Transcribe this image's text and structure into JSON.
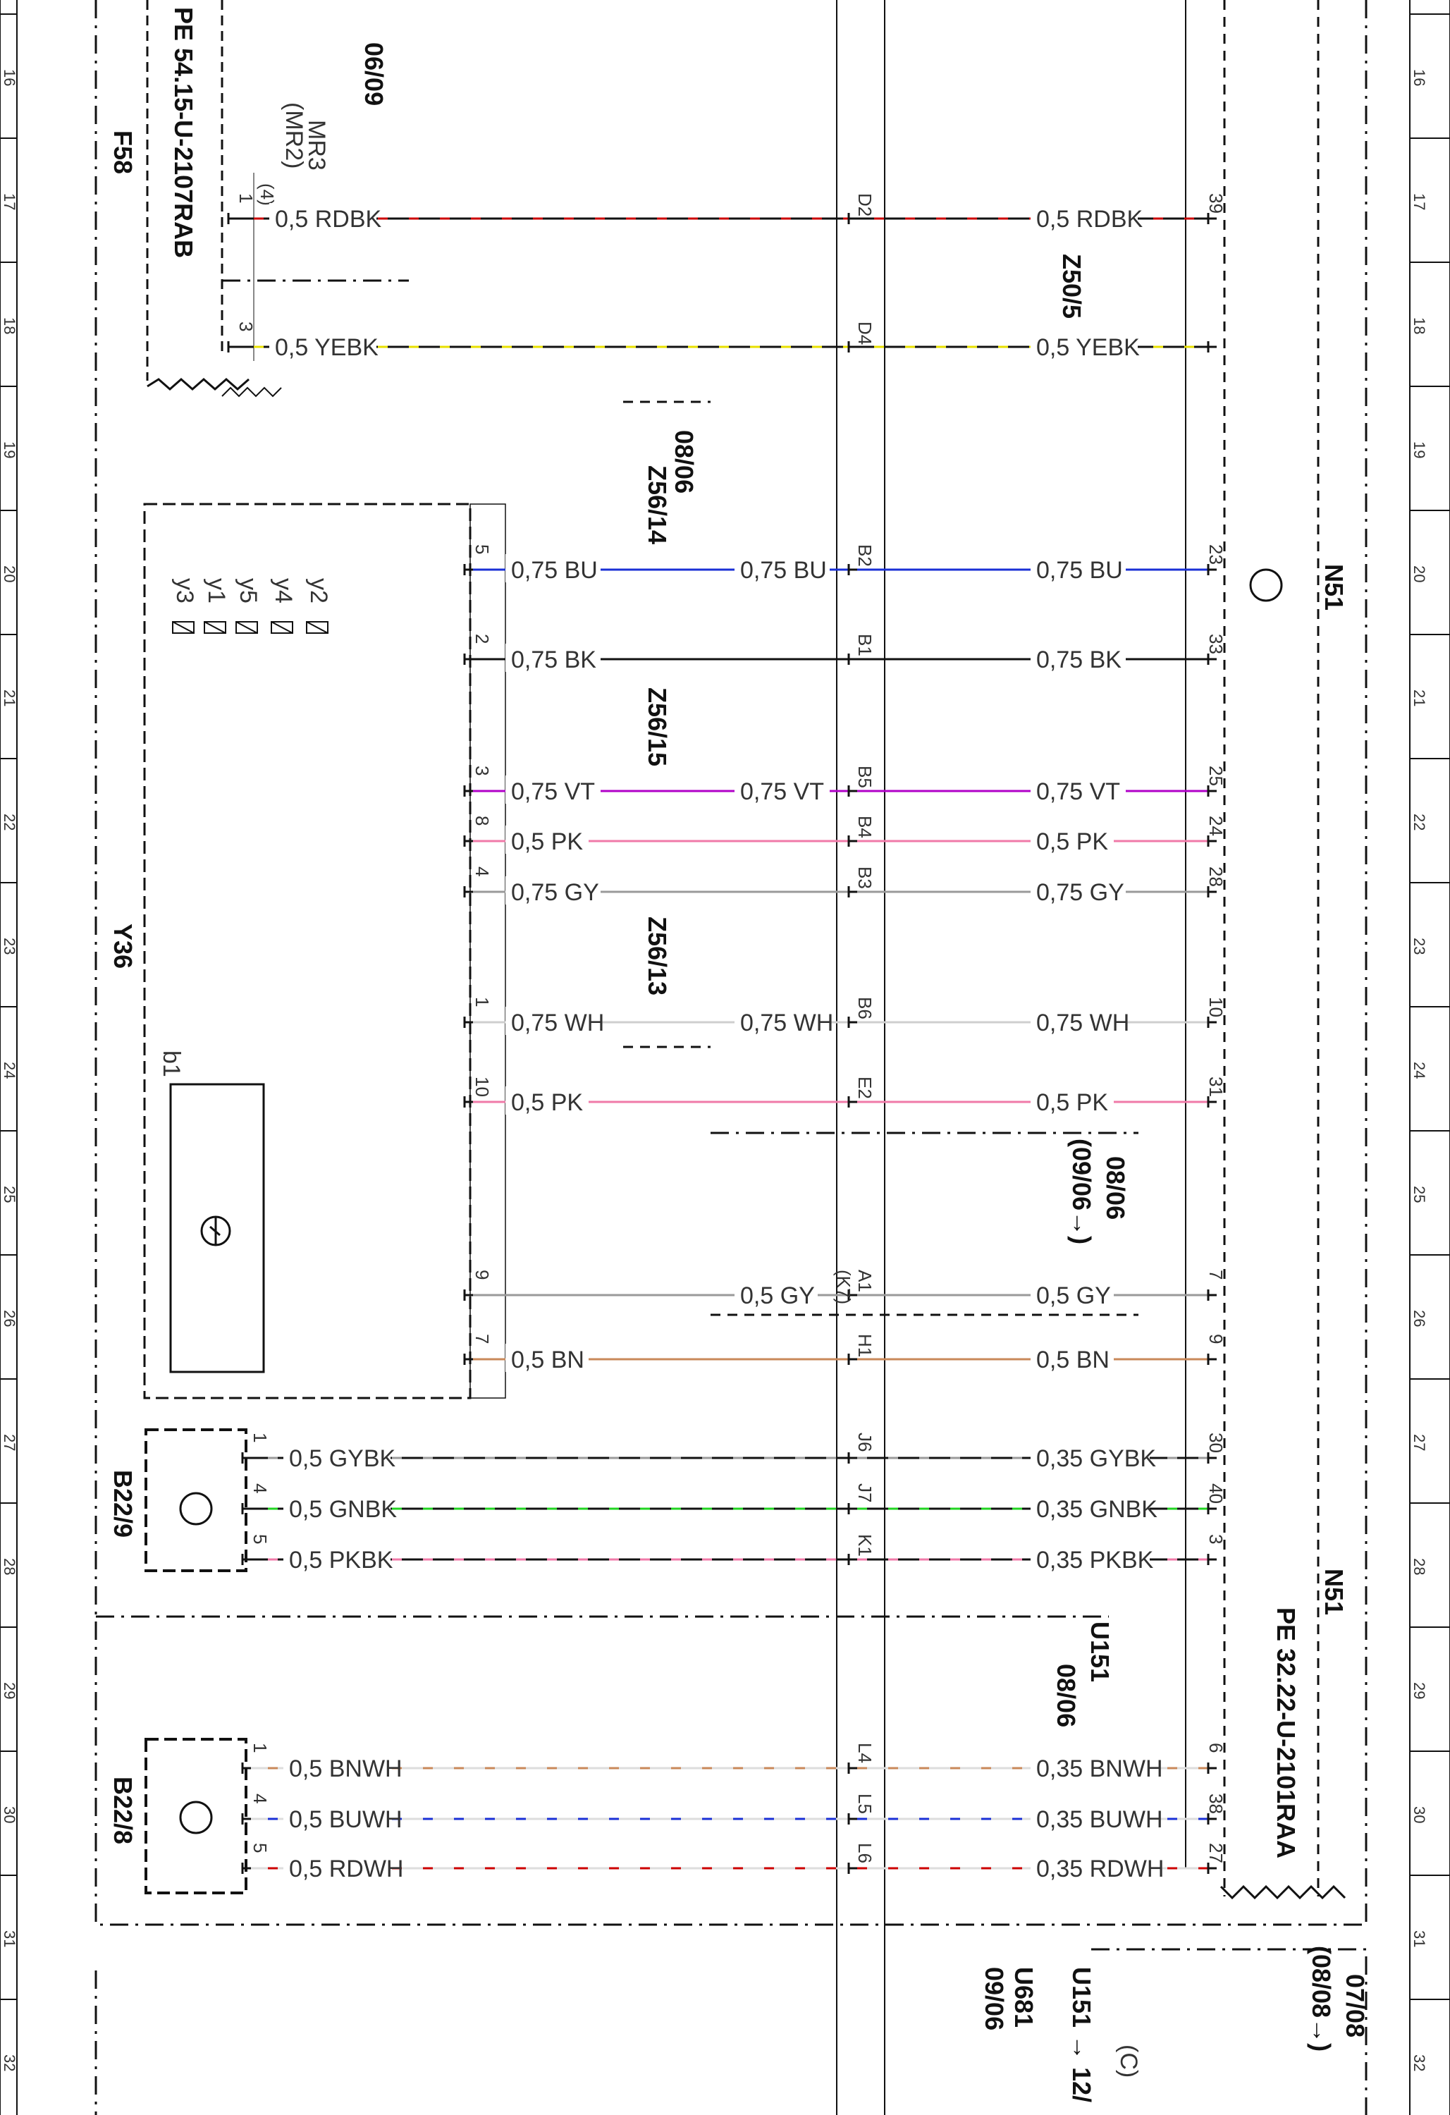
{
  "title": "",
  "ruler": [
    "16",
    "17",
    "18",
    "19",
    "20",
    "21",
    "22",
    "23",
    "24",
    "25",
    "26",
    "27",
    "28",
    "29",
    "30",
    "31",
    "32"
  ],
  "cross_refs": {
    "top": "06/09",
    "z56_14": "08/06",
    "pin_a1_ref": "08/06",
    "pin_a1_ref2": "(09/06→)",
    "u151_ref": "08/06",
    "bottom_right_a": "07/08",
    "bottom_right_b": "(08/08→)",
    "bottom_u151": "U151 → 12/",
    "bottom_u681": "U681",
    "bottom_u681_ref": "09/06",
    "bottom_c": "(C)"
  },
  "components": {
    "f58": {
      "name": "F58",
      "pe": "PE 54.15-U-2107RAB",
      "conn": "MR3",
      "conn_alt": "(MR2)",
      "pin_alt": "(4)"
    },
    "y36": {
      "name": "Y36",
      "valves": [
        "y3",
        "y1",
        "y5",
        "y4",
        "y2"
      ],
      "sensor": "b1"
    },
    "b22_9": {
      "name": "B22/9"
    },
    "b22_8": {
      "name": "B22/8"
    },
    "n51": {
      "name": "N51",
      "name2": "N51",
      "pe": "PE 32.22-U-2101RAA"
    },
    "u151": {
      "name": "U151"
    },
    "z50_5": {
      "name": "Z50/5"
    },
    "z56_14": {
      "name": "Z56/14"
    },
    "z56_15": {
      "name": "Z56/15"
    },
    "z56_13": {
      "name": "Z56/13"
    }
  },
  "wires": [
    {
      "left_pin": "1",
      "left_label": "0,5 RDBK",
      "mid_pin": "D2",
      "right_label": "0,5 RDBK",
      "right_pin": "39",
      "color": "#cc0000",
      "alt": "#111111"
    },
    {
      "left_pin": "3",
      "left_label": "0,5 YEBK",
      "mid_pin": "D4",
      "right_label": "0,5 YEBK",
      "right_pin": "",
      "color": "#e8e000",
      "alt": "#111111"
    },
    {
      "left_pin": "5",
      "left_label": "0,75 BU",
      "mid_pin": "B2",
      "mid_label": "0,75 BU",
      "right_label": "0,75 BU",
      "right_pin": "23",
      "color": "#1a2fd6",
      "alt": ""
    },
    {
      "left_pin": "2",
      "left_label": "0,75 BK",
      "mid_pin": "B1",
      "right_label": "0,75 BK",
      "right_pin": "33",
      "color": "#111111",
      "alt": ""
    },
    {
      "left_pin": "3",
      "left_label": "0,75 VT",
      "mid_pin": "B5",
      "mid_label": "0,75 VT",
      "right_label": "0,75 VT",
      "right_pin": "25",
      "color": "#b000c8",
      "alt": ""
    },
    {
      "left_pin": "8",
      "left_label": "0,5 PK",
      "mid_pin": "B4",
      "right_label": "0,5 PK",
      "right_pin": "24",
      "color": "#f07aa8",
      "alt": ""
    },
    {
      "left_pin": "4",
      "left_label": "0,75 GY",
      "mid_pin": "B3",
      "right_label": "0,75 GY",
      "right_pin": "28",
      "color": "#9a9a9a",
      "alt": ""
    },
    {
      "left_pin": "1",
      "left_label": "0,75 WH",
      "mid_pin": "B6",
      "mid_label": "0,75 WH",
      "right_label": "0,75 WH",
      "right_pin": "10",
      "color": "#cfcfcf",
      "alt": ""
    },
    {
      "left_pin": "10",
      "left_label": "0,5 PK",
      "mid_pin": "E2",
      "right_label": "0,5 PK",
      "right_pin": "31",
      "color": "#f07aa8",
      "alt": ""
    },
    {
      "left_pin": "9",
      "left_label": "",
      "mid_pin": "A1",
      "mid_pin_alt": "(K7)",
      "mid_label": "0,5 GY",
      "right_label": "0,5 GY",
      "right_pin": "7",
      "color": "#9a9a9a",
      "alt": ""
    },
    {
      "left_pin": "7",
      "left_label": "0,5 BN",
      "mid_pin": "H1",
      "right_label": "0,5 BN",
      "right_pin": "9",
      "color": "#c8885a",
      "alt": ""
    },
    {
      "left_pin": "1",
      "left_label": "0,5 GYBK",
      "mid_pin": "J6",
      "right_label": "0,35 GYBK",
      "right_pin": "30",
      "color": "#9a9a9a",
      "alt": "#111111"
    },
    {
      "left_pin": "4",
      "left_label": "0,5 GNBK",
      "mid_pin": "J7",
      "right_label": "0,35 GNBK",
      "right_pin": "40",
      "color": "#22d422",
      "alt": "#111111"
    },
    {
      "left_pin": "5",
      "left_label": "0,5 PKBK",
      "mid_pin": "K1",
      "right_label": "0,35 PKBK",
      "right_pin": "3",
      "color": "#f07aa8",
      "alt": "#111111"
    },
    {
      "left_pin": "1",
      "left_label": "0,5 BNWH",
      "mid_pin": "L4",
      "right_label": "0,35 BNWH",
      "right_pin": "6",
      "color": "#c8885a",
      "alt": "#dddddd"
    },
    {
      "left_pin": "4",
      "left_label": "0,5 BUWH",
      "mid_pin": "L5",
      "right_label": "0,35 BUWH",
      "right_pin": "38",
      "color": "#1a2fd6",
      "alt": "#dddddd"
    },
    {
      "left_pin": "5",
      "left_label": "0,5 RDWH",
      "mid_pin": "L6",
      "right_label": "0,35 RDWH",
      "right_pin": "27",
      "color": "#cc0000",
      "alt": "#dddddd"
    }
  ]
}
